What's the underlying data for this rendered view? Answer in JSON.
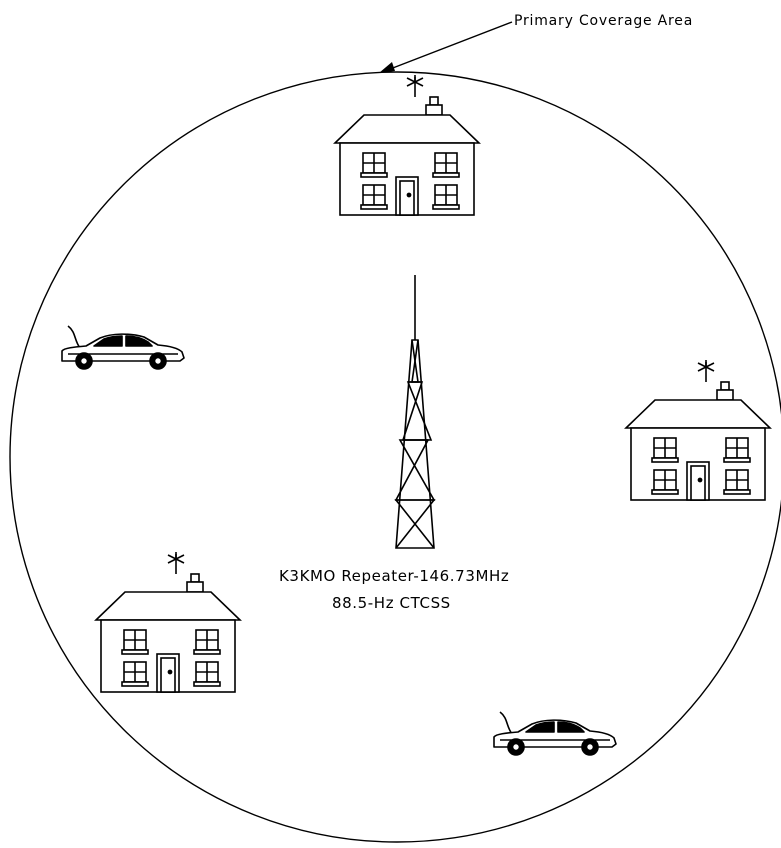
{
  "callout": {
    "label": "Primary Coverage Area"
  },
  "repeater": {
    "line1": "K3KMO Repeater-146.73MHz",
    "line2": "88.5-Hz CTCSS"
  },
  "colors": {
    "stroke": "#000000",
    "background": "#ffffff"
  },
  "icons": {
    "tower": "antenna-tower-icon",
    "house": "house-icon",
    "car": "car-icon"
  }
}
